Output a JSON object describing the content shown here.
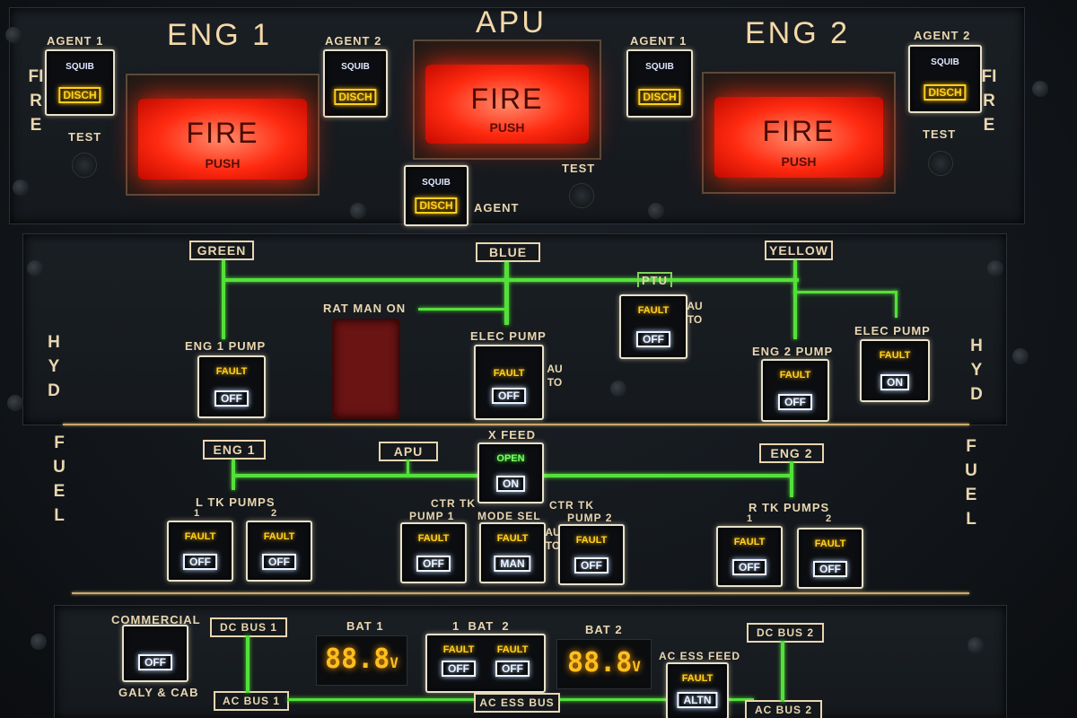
{
  "fire": {
    "eng1": {
      "title": "ENG 1",
      "button": "FIRE",
      "push": "PUSH",
      "agent1": "AGENT 1",
      "agent2": "AGENT 2",
      "test": "TEST"
    },
    "apu": {
      "title": "APU",
      "button": "FIRE",
      "push": "PUSH",
      "agent": "AGENT",
      "test": "TEST"
    },
    "eng2": {
      "title": "ENG 2",
      "button": "FIRE",
      "push": "PUSH",
      "agent1": "AGENT 1",
      "agent2": "AGENT 2",
      "test": "TEST"
    },
    "side_label": "FIRE",
    "squib": "SQUIB",
    "disch": "DISCH"
  },
  "hyd": {
    "side_label": "HYD",
    "green": "GREEN",
    "blue": "BLUE",
    "yellow": "YELLOW",
    "ptu": "PTU",
    "auto": "AUTO",
    "rat_man_on": "RAT MAN ON",
    "eng1_pump": "ENG 1 PUMP",
    "elec_pump_blue": "ELEC PUMP",
    "eng2_pump": "ENG 2 PUMP",
    "elec_pump_yellow": "ELEC PUMP",
    "fault": "FAULT",
    "off": "OFF",
    "on": "ON"
  },
  "fuel": {
    "side_label": "FUEL",
    "eng1": "ENG 1",
    "apu": "APU",
    "eng2": "ENG 2",
    "x_feed": "X FEED",
    "open": "OPEN",
    "on": "ON",
    "l_tk_pumps": "L TK PUMPS",
    "r_tk_pumps": "R TK PUMPS",
    "n1": "1",
    "n2": "2",
    "ctr_tk": "CTR TK",
    "pump1": "PUMP 1",
    "pump2": "PUMP 2",
    "mode_sel": "MODE SEL",
    "auto": "AUTO",
    "fault": "FAULT",
    "off": "OFF",
    "man": "MAN"
  },
  "elec": {
    "commercial": "COMMERCIAL",
    "galy_cab": "GALY & CAB",
    "off": "OFF",
    "dc_bus_1": "DC BUS 1",
    "dc_bus_2": "DC BUS 2",
    "ac_bus_1": "AC BUS 1",
    "ac_bus_2": "AC BUS 2",
    "ac_ess_bus": "AC ESS BUS",
    "bat1": "BAT 1",
    "bat2": "BAT 2",
    "bat_pb_label": "1  BAT  2",
    "bat1_value": "88.8",
    "bat2_value": "88.8",
    "volt_unit": "V",
    "ac_ess_feed": "AC ESS FEED",
    "fault": "FAULT",
    "altn": "ALTN"
  }
}
